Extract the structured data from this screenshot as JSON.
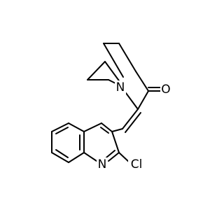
{
  "molecule": {
    "atoms": {
      "nitrogen_bridgehead": "N",
      "carbonyl_oxygen": "O",
      "quinoline_nitrogen": "N",
      "chlorine": "Cl"
    },
    "colors": {
      "bond": "#000000",
      "label": "#000000",
      "background": "#ffffff"
    }
  }
}
